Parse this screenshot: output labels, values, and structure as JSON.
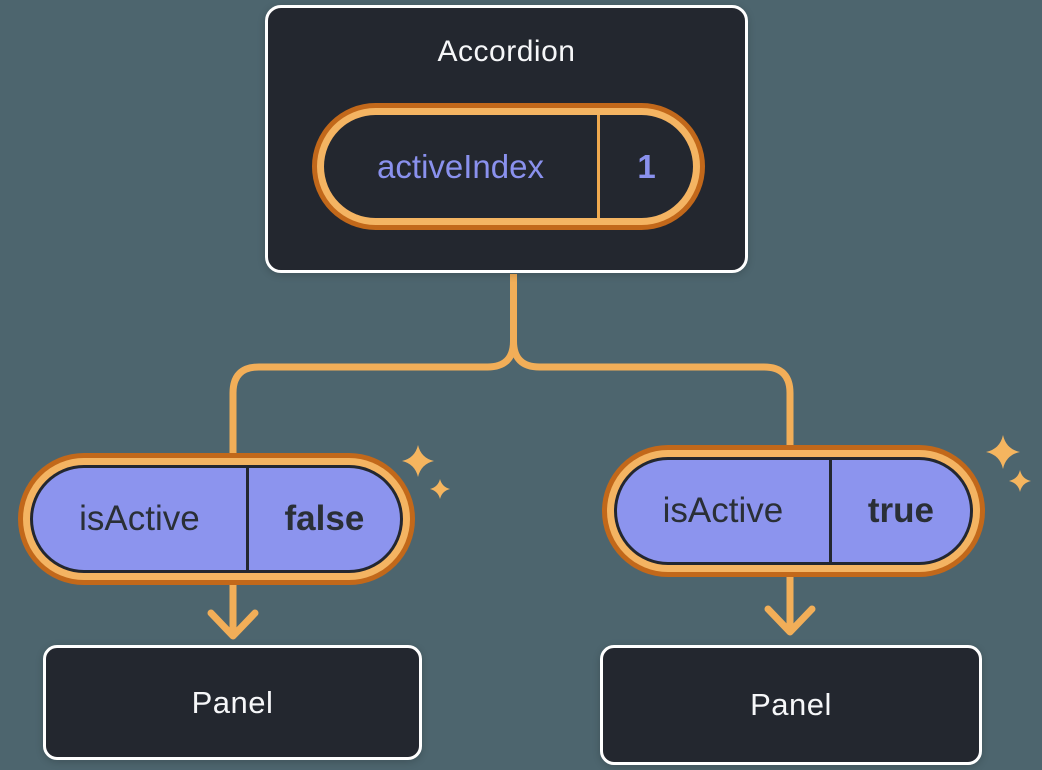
{
  "diagram": {
    "root": {
      "title": "Accordion",
      "state": {
        "name": "activeIndex",
        "value": "1"
      }
    },
    "children": [
      {
        "prop": {
          "name": "isActive",
          "value": "false"
        },
        "panel": {
          "label": "Panel"
        }
      },
      {
        "prop": {
          "name": "isActive",
          "value": "true"
        },
        "panel": {
          "label": "Panel"
        }
      }
    ]
  },
  "icons": [
    {
      "name": "sparkle-icon",
      "glyph": "✦"
    },
    {
      "name": "arrow-down-icon",
      "glyph": "↓"
    }
  ],
  "colors": {
    "background": "#4D656E",
    "card": "#23272F",
    "card_border": "#FFFFFF",
    "orange_dark": "#C2681A",
    "orange_light": "#F4B462",
    "orange_line": "#F2AE58",
    "orange_divider": "#EFA94F",
    "purple_fill": "#8C94EE",
    "purple_text": "#8A91EE",
    "text_light": "#F6F7F9",
    "text_dark": "#2A2F36",
    "sparkle": "#F5B55F"
  }
}
